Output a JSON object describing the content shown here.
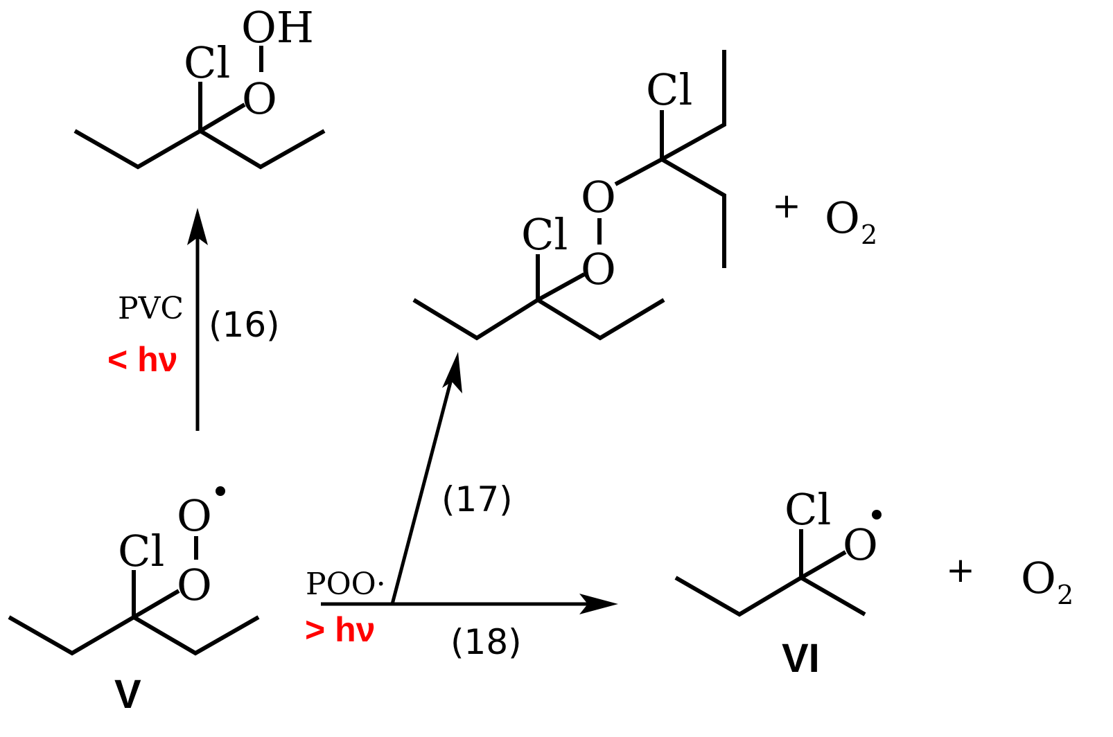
{
  "atoms": {
    "cl": "Cl",
    "oh": "OH",
    "o": "O",
    "o2": "O",
    "o2_sub": "2"
  },
  "plus": "+",
  "compounds": {
    "v": "V",
    "vi": "VI"
  },
  "reactions": {
    "r16": {
      "number": "(16)",
      "reagent": "PVC",
      "condition": "< hν"
    },
    "r17": {
      "number": "(17)"
    },
    "r18": {
      "number": "(18)",
      "reagent": "POO·",
      "condition": "> hν"
    }
  },
  "colors": {
    "ink": "#000000",
    "condition": "#ff0000"
  }
}
